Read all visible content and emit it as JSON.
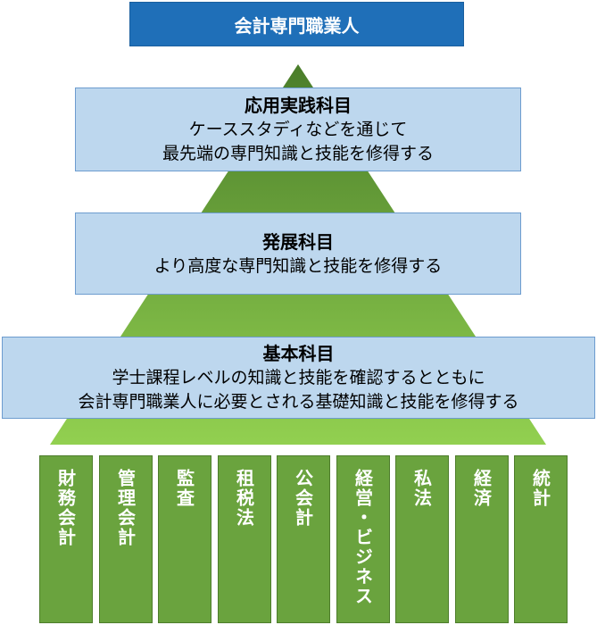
{
  "top": {
    "label": "会計専門職業人"
  },
  "tiers": [
    {
      "title": "応用実践科目",
      "lines": [
        "ケーススタディなどを通じて",
        "最先端の専門知識と技能を修得する"
      ]
    },
    {
      "title": "発展科目",
      "lines": [
        "より高度な専門知識と技能を修得する"
      ]
    },
    {
      "title": "基本科目",
      "lines": [
        "学士課程レベルの知識と技能を確認するとともに",
        "会計専門職業人に必要とされる基礎知識と技能を修得する"
      ]
    }
  ],
  "subjects": [
    "財務会計",
    "管理会計",
    "監査",
    "租税法",
    "公会計",
    "経営・ビジネス",
    "私法",
    "経済",
    "統計"
  ],
  "colors": {
    "top_box": "#1f6fb8",
    "tier_box": "#bdd7ee",
    "pyramid_top": "#4a7d2a",
    "pyramid_bottom": "#92d050",
    "subject_box": "#6aa33e"
  }
}
